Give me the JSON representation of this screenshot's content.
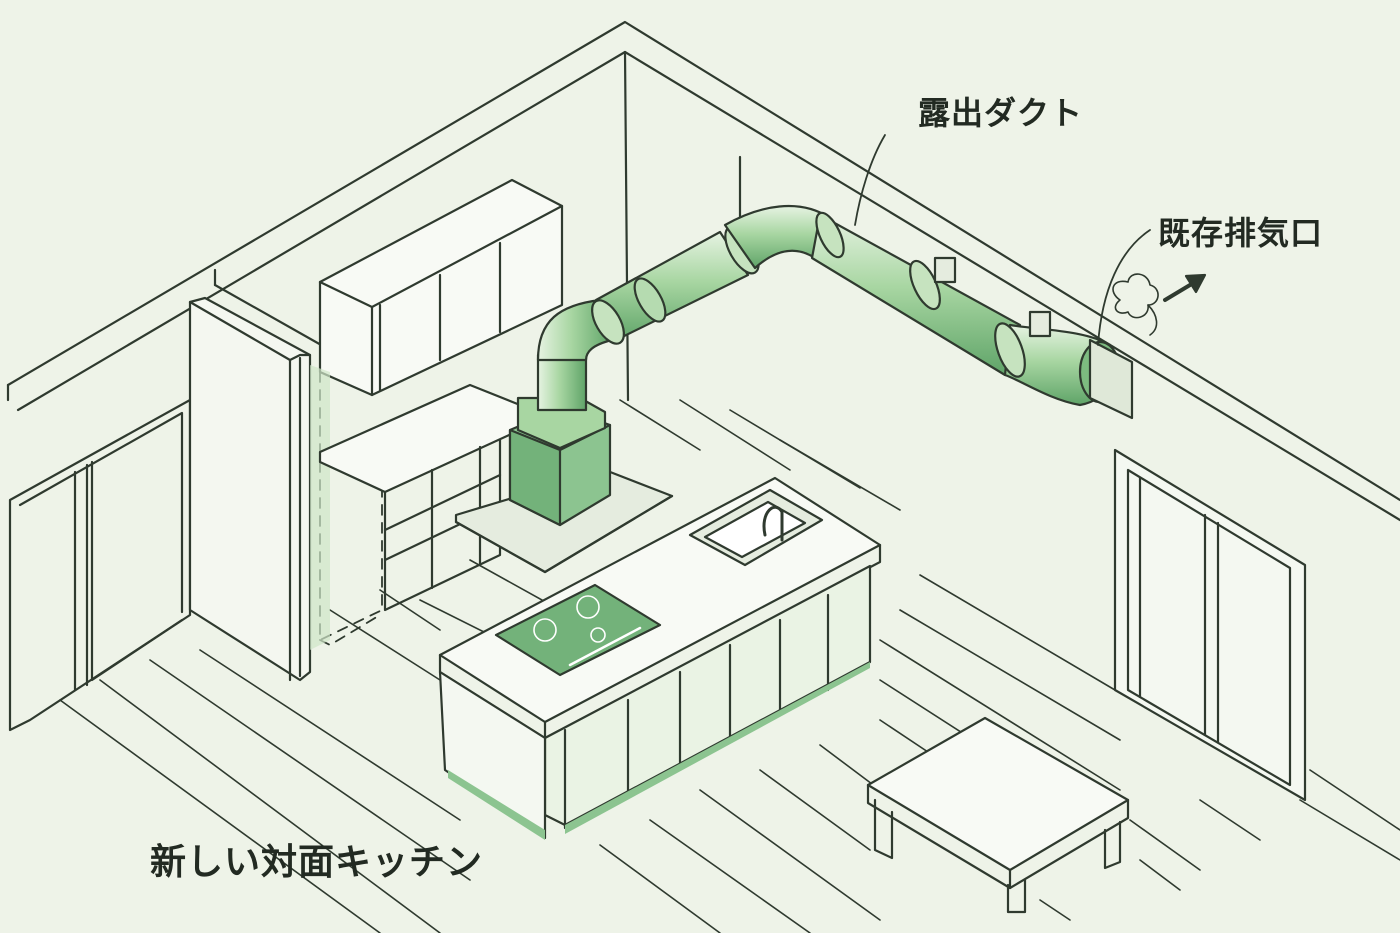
{
  "labels": {
    "exposed_duct": "露出ダクト",
    "existing_exhaust": "既存排気口",
    "new_kitchen": "新しい対面キッチン"
  },
  "colors": {
    "background": "#eef3e8",
    "line": "#2f3a2f",
    "accent_green": "#6fb27a",
    "light_green": "#cfe6c8",
    "mid_green": "#9ccd98"
  },
  "icons": [
    "steam-icon",
    "arrow-icon",
    "burner-icon",
    "faucet-icon"
  ]
}
